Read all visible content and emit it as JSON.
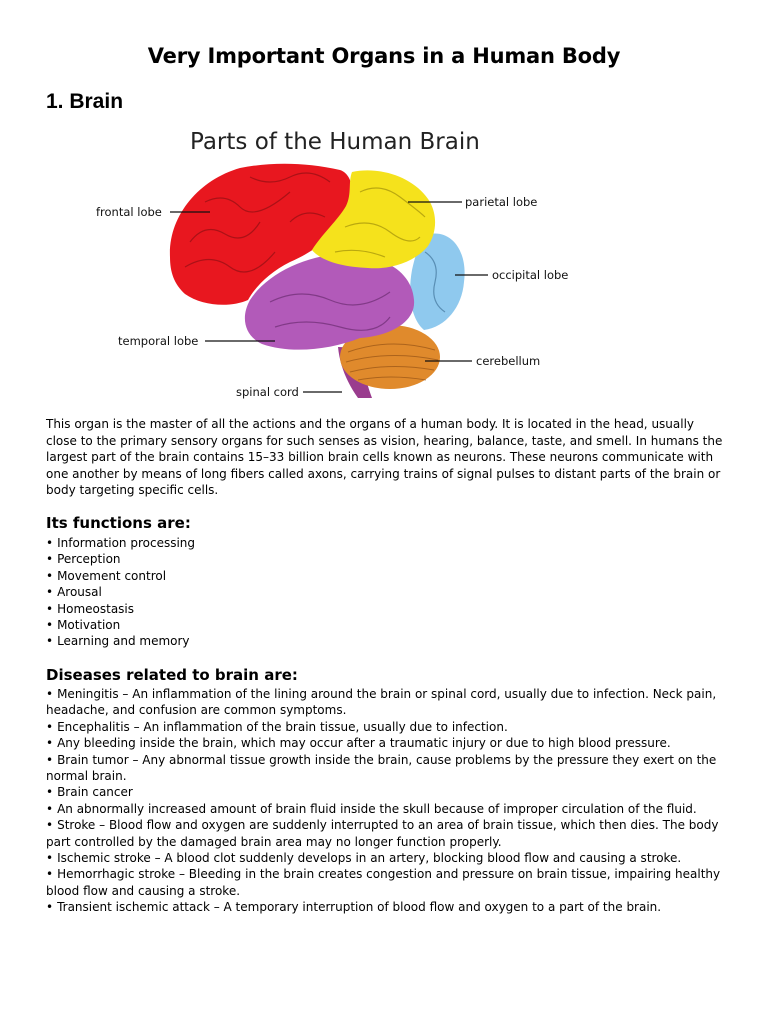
{
  "document": {
    "title": "Very Important Organs in a Human Body",
    "section_heading": "1. Brain"
  },
  "figure": {
    "title": "Parts of the Human Brain",
    "labels": {
      "frontal": "frontal lobe",
      "parietal": "parietal lobe",
      "occipital": "occipital lobe",
      "temporal": "temporal lobe",
      "cerebellum": "cerebellum",
      "spinal": "spinal cord"
    },
    "colors": {
      "frontal": "#e8171f",
      "parietal": "#f5e21c",
      "occipital": "#8fc9ee",
      "temporal": "#b25ab9",
      "cerebellum": "#e08a2c",
      "brainstem": "#9a3c8e"
    }
  },
  "intro": "This organ is the master of all the actions and the organs of a human body. It is located in the head, usually close to the primary sensory organs for such senses as vision, hearing, balance, taste, and smell. In humans the largest part of the brain contains 15–33 billion brain cells known as neurons. These neurons communicate with one another by means of long fibers called axons, carrying trains of signal pulses to distant parts of the brain or body targeting specific cells.",
  "functions": {
    "heading": "Its functions are:",
    "bullet": "•",
    "items": [
      "Information processing",
      "Perception",
      "Movement control",
      "Arousal",
      "Homeostasis",
      "Motivation",
      "Learning and memory"
    ]
  },
  "diseases": {
    "heading": "Diseases related to brain are:",
    "bullet": "•",
    "items": [
      "Meningitis – An inflammation of the lining around the brain or spinal cord, usually due to infection. Neck pain, headache, and confusion are common symptoms.",
      "Encephalitis – An inflammation of the brain tissue, usually due to infection.",
      "Any bleeding inside the brain, which may occur after a traumatic injury or due to high blood pressure.",
      "Brain tumor – Any abnormal tissue growth inside the brain, cause problems by the pressure they exert on the normal brain.",
      "Brain cancer",
      "An abnormally increased amount of brain fluid inside the skull because of improper circulation of the fluid.",
      "Stroke – Blood flow and oxygen are suddenly interrupted to an area of brain tissue, which then dies. The body part controlled by the damaged brain area may no longer function properly.",
      "Ischemic stroke – A blood clot suddenly develops in an artery, blocking blood flow and causing a stroke.",
      "Hemorrhagic stroke – Bleeding in the brain creates congestion and pressure on brain tissue, impairing healthy blood flow and causing a stroke.",
      "Transient ischemic attack – A temporary interruption of blood flow and oxygen to a part of the brain."
    ]
  }
}
